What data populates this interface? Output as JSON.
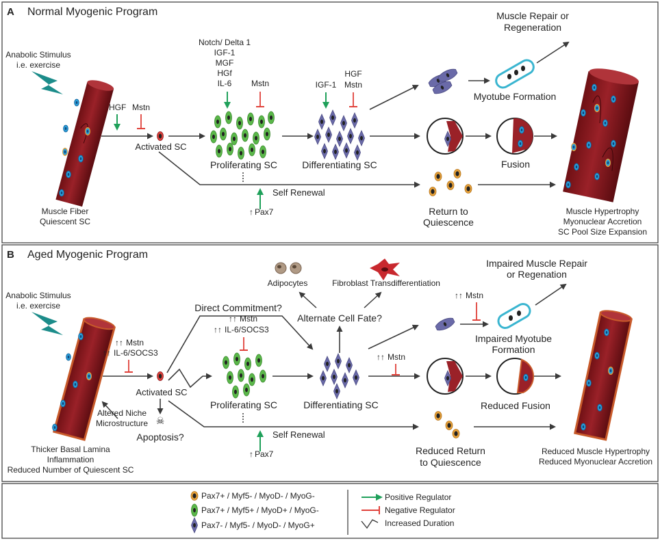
{
  "colors": {
    "fiber": "#8b1a1f",
    "fiber_dark": "#5e0e12",
    "nucleus_blue": "#2a9ed8",
    "nucleus_orange": "#e8a23a",
    "cell_green": "#5bb84a",
    "cell_purple": "#6a6aa8",
    "positive": "#1fa05a",
    "negative": "#e0413a",
    "lightning": "#1c8c8a",
    "myotube": "#3ab5d0"
  },
  "panel_a": {
    "letter": "A",
    "title": "Normal Myogenic Program",
    "stimulus": [
      "Anabolic Stimulus",
      "i.e. exercise"
    ],
    "fiber_label": [
      "Muscle Fiber",
      "Quiescent SC"
    ],
    "reg1_pos": "HGF",
    "reg1_neg": "Mstn",
    "activated": "Activated SC",
    "reg2_pos_list": [
      "Notch/ Delta 1",
      "IGF-1",
      "MGF",
      "HGf",
      "IL-6"
    ],
    "reg2_neg": "Mstn",
    "proliferating": "Proliferating SC",
    "reg3_pos": "IGF-1",
    "reg3_neg": [
      "HGF",
      "Mstn"
    ],
    "differentiating": "Differentiating SC",
    "self_renewal": "Self Renewal",
    "pax7": "Pax7",
    "return": [
      "Return to",
      "Quiescence"
    ],
    "myotube": "Myotube Formation",
    "repair": [
      "Muscle Repair or",
      "Regeneration"
    ],
    "fusion": "Fusion",
    "outcome": [
      "Muscle Hypertrophy",
      "Myonuclear Accretion",
      "SC Pool Size Expansion"
    ]
  },
  "panel_b": {
    "letter": "B",
    "title": "Aged Myogenic Program",
    "stimulus": [
      "Anabolic Stimulus",
      "i.e. exercise"
    ],
    "fiber_label": [
      "Thicker Basal Lamina",
      "Inflammation",
      "Reduced Number of Quiescent SC"
    ],
    "niche": [
      "Altered Niche",
      "Microstructure"
    ],
    "reg1": [
      "Mstn",
      "IL-6/SOCS3"
    ],
    "activated": "Activated SC",
    "apoptosis": "Apoptosis?",
    "direct": "Direct Commitment?",
    "reg2": [
      "Mstn",
      "IL-6/SOCS3"
    ],
    "proliferating": "Proliferating SC",
    "differentiating": "Differentiating SC",
    "alternate": "Alternate Cell Fate?",
    "adipocytes": "Adipocytes",
    "fibroblast": "Fibroblast Transdifferentiation",
    "reg3": "Mstn",
    "reg4": "Mstn",
    "impaired_repair": [
      "Impaired Muscle Repair",
      "or Regenation"
    ],
    "impaired_myotube": [
      "Impaired Myotube",
      "Formation"
    ],
    "reduced_fusion": "Reduced Fusion",
    "self_renewal": "Self Renewal",
    "pax7": "Pax7",
    "reduced_return": [
      "Reduced Return",
      "to Quiescence"
    ],
    "outcome": [
      "Reduced Muscle Hypertrophy",
      "Reduced Myonuclear Accretion"
    ]
  },
  "legend": {
    "markers": [
      "Pax7+ / Myf5- / MyoD- / MyoG-",
      "Pax7+ / Myf5+ / MyoD+ / MyoG-",
      "Pax7- / Myf5- / MyoD- / MyoG+"
    ],
    "regulators": [
      "Positive Regulator",
      "Negative Regulator",
      "Increased Duration"
    ]
  }
}
